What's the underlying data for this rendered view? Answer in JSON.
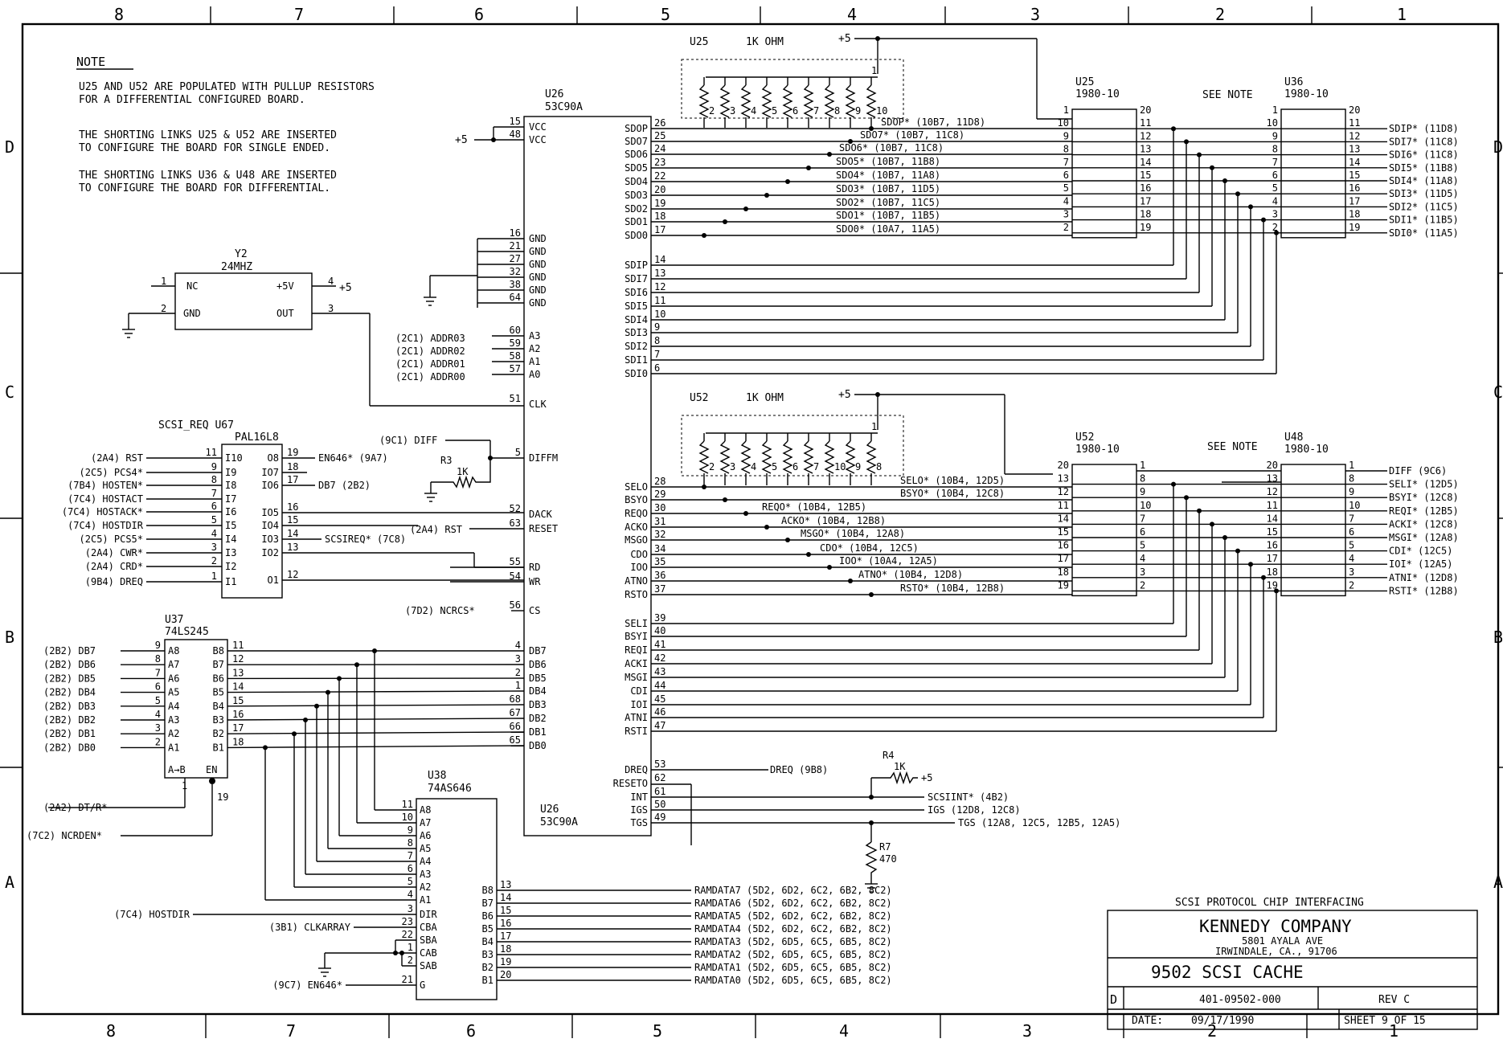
{
  "border": {
    "top_cols": [
      "8",
      "7",
      "6",
      "5",
      "4",
      "3",
      "2",
      "1"
    ],
    "bottom_cols": [
      "8",
      "7",
      "6",
      "5",
      "4",
      "3",
      "2",
      "1"
    ],
    "left_rows": [
      "D",
      "C",
      "B",
      "A"
    ],
    "right_rows": [
      "D",
      "C",
      "B",
      "A"
    ]
  },
  "note": {
    "heading": "NOTE",
    "lines": [
      "U25 AND U52 ARE POPULATED WITH PULLUP RESISTORS",
      "FOR A DIFFERENTIAL CONFIGURED BOARD.",
      "THE SHORTING LINKS U25 & U52 ARE INSERTED",
      "TO CONFIGURE THE BOARD FOR SINGLE ENDED.",
      "THE SHORTING LINKS U36 & U48 ARE INSERTED",
      "TO CONFIGURE THE BOARD FOR DIFFERENTIAL."
    ]
  },
  "u26": {
    "name": "U26",
    "part": "53C90A",
    "left_pins": [
      {
        "num": "15",
        "name": "VCC"
      },
      {
        "num": "48",
        "name": "VCC"
      },
      {
        "num": "16",
        "name": "GND"
      },
      {
        "num": "21",
        "name": "GND"
      },
      {
        "num": "27",
        "name": "GND"
      },
      {
        "num": "32",
        "name": "GND"
      },
      {
        "num": "38",
        "name": "GND"
      },
      {
        "num": "64",
        "name": "GND"
      },
      {
        "num": "60",
        "name": "A3"
      },
      {
        "num": "59",
        "name": "A2"
      },
      {
        "num": "58",
        "name": "A1"
      },
      {
        "num": "57",
        "name": "A0"
      },
      {
        "num": "51",
        "name": "CLK"
      },
      {
        "num": "5",
        "name": "DIFFM"
      },
      {
        "num": "52",
        "name": "DACK"
      },
      {
        "num": "63",
        "name": "RESET"
      },
      {
        "num": "55",
        "name": "RD"
      },
      {
        "num": "54",
        "name": "WR"
      },
      {
        "num": "56",
        "name": "CS"
      },
      {
        "num": "4",
        "name": "DB7"
      },
      {
        "num": "3",
        "name": "DB6"
      },
      {
        "num": "2",
        "name": "DB5"
      },
      {
        "num": "1",
        "name": "DB4"
      },
      {
        "num": "68",
        "name": "DB3"
      },
      {
        "num": "67",
        "name": "DB2"
      },
      {
        "num": "66",
        "name": "DB1"
      },
      {
        "num": "65",
        "name": "DB0"
      }
    ],
    "right_pins": [
      {
        "num": "26",
        "name": "SDOP"
      },
      {
        "num": "25",
        "name": "SDO7"
      },
      {
        "num": "24",
        "name": "SDO6"
      },
      {
        "num": "23",
        "name": "SDO5"
      },
      {
        "num": "22",
        "name": "SDO4"
      },
      {
        "num": "20",
        "name": "SDO3"
      },
      {
        "num": "19",
        "name": "SDO2"
      },
      {
        "num": "18",
        "name": "SDO1"
      },
      {
        "num": "17",
        "name": "SDO0"
      },
      {
        "num": "14",
        "name": "SDIP"
      },
      {
        "num": "13",
        "name": "SDI7"
      },
      {
        "num": "12",
        "name": "SDI6"
      },
      {
        "num": "11",
        "name": "SDI5"
      },
      {
        "num": "10",
        "name": "SDI4"
      },
      {
        "num": "9",
        "name": "SDI3"
      },
      {
        "num": "8",
        "name": "SDI2"
      },
      {
        "num": "7",
        "name": "SDI1"
      },
      {
        "num": "6",
        "name": "SDI0"
      },
      {
        "num": "28",
        "name": "SELO"
      },
      {
        "num": "29",
        "name": "BSYO"
      },
      {
        "num": "30",
        "name": "REQO"
      },
      {
        "num": "31",
        "name": "ACKO"
      },
      {
        "num": "32",
        "name": "MSGO"
      },
      {
        "num": "34",
        "name": "CDO"
      },
      {
        "num": "35",
        "name": "IOO"
      },
      {
        "num": "36",
        "name": "ATNO"
      },
      {
        "num": "37",
        "name": "RSTO"
      },
      {
        "num": "39",
        "name": "SELI"
      },
      {
        "num": "40",
        "name": "BSYI"
      },
      {
        "num": "41",
        "name": "REQI"
      },
      {
        "num": "42",
        "name": "ACKI"
      },
      {
        "num": "43",
        "name": "MSGI"
      },
      {
        "num": "44",
        "name": "CDI"
      },
      {
        "num": "45",
        "name": "IOI"
      },
      {
        "num": "46",
        "name": "ATNI"
      },
      {
        "num": "47",
        "name": "RSTI"
      },
      {
        "num": "53",
        "name": "DREQ"
      },
      {
        "num": "62",
        "name": "RESETO"
      },
      {
        "num": "61",
        "name": "INT"
      },
      {
        "num": "50",
        "name": "IGS"
      },
      {
        "num": "49",
        "name": "TGS"
      }
    ],
    "addr_refs": [
      "(2C1) ADDR03",
      "(2C1) ADDR02",
      "(2C1) ADDR01",
      "(2C1) ADDR00"
    ],
    "diff_ref": "(9C1) DIFF",
    "reset_ref": "(2A4) RST",
    "cs_ref": "(7D2) NCRCS*",
    "dreq_out": "DREQ (9B8)",
    "int_out": "SCSIINT* (4B2)",
    "igs_out": "IGS (12D8, 12C8)",
    "tgs_out": "TGS (12A8, 12C5, 12B5, 12A5)"
  },
  "y2": {
    "name": "Y2",
    "freq": "24MHZ",
    "pins": [
      {
        "num": "1",
        "name": "NC"
      },
      {
        "num": "2",
        "name": "GND"
      },
      {
        "num": "4",
        "name": "+5V"
      },
      {
        "num": "3",
        "name": "OUT"
      }
    ],
    "vcc": "+5"
  },
  "u67": {
    "title": "SCSI_REQ U67",
    "part": "PAL16L8",
    "inputs": [
      {
        "ref": "(2A4) RST",
        "num": "11",
        "name": "I10"
      },
      {
        "ref": "(2C5) PCS4*",
        "num": "9",
        "name": "I9"
      },
      {
        "ref": "(7B4) HOSTEN*",
        "num": "8",
        "name": "I8"
      },
      {
        "ref": "(7C4) HOSTACT",
        "num": "7",
        "name": "I7"
      },
      {
        "ref": "(7C4) HOSTACK*",
        "num": "6",
        "name": "I6"
      },
      {
        "ref": "(7C4) HOSTDIR",
        "num": "5",
        "name": "I5"
      },
      {
        "ref": "(2C5) PCS5*",
        "num": "4",
        "name": "I4"
      },
      {
        "ref": "(2A4) CWR*",
        "num": "3",
        "name": "I3"
      },
      {
        "ref": "(2A4) CRD*",
        "num": "2",
        "name": "I2"
      },
      {
        "ref": "(9B4) DREQ",
        "num": "1",
        "name": "I1"
      }
    ],
    "outputs": [
      {
        "name": "O8",
        "num": "19",
        "ref": "EN646* (9A7)"
      },
      {
        "name": "IO7",
        "num": "18",
        "ref": ""
      },
      {
        "name": "IO6",
        "num": "17",
        "ref": "DB7 (2B2)"
      },
      {
        "name": "IO5",
        "num": "16",
        "ref": ""
      },
      {
        "name": "IO4",
        "num": "15",
        "ref": ""
      },
      {
        "name": "IO3",
        "num": "14",
        "ref": "SCSIREQ* (7C8)"
      },
      {
        "name": "IO2",
        "num": "13",
        "ref": ""
      },
      {
        "name": "O1",
        "num": "12",
        "ref": ""
      }
    ]
  },
  "r3": {
    "name": "R3",
    "value": "1K"
  },
  "r4": {
    "name": "R4",
    "value": "1K",
    "vcc": "+5"
  },
  "r7": {
    "name": "R7",
    "value": "470"
  },
  "u37": {
    "name": "U37",
    "part": "74LS245",
    "a_pins": [
      {
        "ref": "(2B2) DB7",
        "num": "9",
        "name": "A8"
      },
      {
        "ref": "(2B2) DB6",
        "num": "8",
        "name": "A7"
      },
      {
        "ref": "(2B2) DB5",
        "num": "7",
        "name": "A6"
      },
      {
        "ref": "(2B2) DB4",
        "num": "6",
        "name": "A5"
      },
      {
        "ref": "(2B2) DB3",
        "num": "5",
        "name": "A4"
      },
      {
        "ref": "(2B2) DB2",
        "num": "4",
        "name": "A3"
      },
      {
        "ref": "(2B2) DB1",
        "num": "3",
        "name": "A2"
      },
      {
        "ref": "(2B2) DB0",
        "num": "2",
        "name": "A1"
      }
    ],
    "b_pins": [
      {
        "name": "B8",
        "num": "11"
      },
      {
        "name": "B7",
        "num": "12"
      },
      {
        "name": "B6",
        "num": "13"
      },
      {
        "name": "B5",
        "num": "14"
      },
      {
        "name": "B4",
        "num": "15"
      },
      {
        "name": "B3",
        "num": "16"
      },
      {
        "name": "B2",
        "num": "17"
      },
      {
        "name": "B1",
        "num": "18"
      }
    ],
    "dir_label": "A→B",
    "en_label": "EN",
    "dir_num": "1",
    "en_num": "19",
    "dt_ref": "(2A2) DT/R*",
    "ncrden_ref": "(7C2) NCRDEN*"
  },
  "u38": {
    "name": "U38",
    "part": "74AS646",
    "a_pins": [
      {
        "num": "11",
        "name": "A8"
      },
      {
        "num": "10",
        "name": "A7"
      },
      {
        "num": "9",
        "name": "A6"
      },
      {
        "num": "8",
        "name": "A5"
      },
      {
        "num": "7",
        "name": "A4"
      },
      {
        "num": "6",
        "name": "A3"
      },
      {
        "num": "5",
        "name": "A2"
      },
      {
        "num": "4",
        "name": "A1"
      }
    ],
    "ctrl_pins": [
      {
        "ref": "(7C4) HOSTDIR",
        "num": "3",
        "name": "DIR"
      },
      {
        "ref": "(3B1) CLKARRAY",
        "num": "23",
        "name": "CBA"
      },
      {
        "ref": "",
        "num": "22",
        "name": "SBA"
      },
      {
        "ref": "",
        "num": "1",
        "name": "CAB"
      },
      {
        "ref": "",
        "num": "2",
        "name": "SAB"
      },
      {
        "ref": "(9C7) EN646*",
        "num": "21",
        "name": "G"
      }
    ],
    "b_pins": [
      {
        "name": "B8",
        "num": "13",
        "ref": "RAMDATA7 (5D2, 6D2, 6C2, 6B2, 8C2)"
      },
      {
        "name": "B7",
        "num": "14",
        "ref": "RAMDATA6 (5D2, 6D2, 6C2, 6B2, 8C2)"
      },
      {
        "name": "B6",
        "num": "15",
        "ref": "RAMDATA5 (5D2, 6D2, 6C2, 6B2, 8C2)"
      },
      {
        "name": "B5",
        "num": "16",
        "ref": "RAMDATA4 (5D2, 6D2, 6C2, 6B2, 8C2)"
      },
      {
        "name": "B4",
        "num": "17",
        "ref": "RAMDATA3 (5D2, 6D5, 6C5, 6B5, 8C2)"
      },
      {
        "name": "B3",
        "num": "18",
        "ref": "RAMDATA2 (5D2, 6D5, 6C5, 6B5, 8C2)"
      },
      {
        "name": "B2",
        "num": "19",
        "ref": "RAMDATA1 (5D2, 6D5, 6C5, 6B5, 8C2)"
      },
      {
        "name": "B1",
        "num": "20",
        "ref": "RAMDATA0 (5D2, 6D5, 6C5, 6B5, 8C2)"
      }
    ]
  },
  "u25_pack": {
    "name": "U25",
    "value": "1K OHM",
    "vcc": "+5",
    "pins": [
      "2",
      "3",
      "4",
      "5",
      "6",
      "7",
      "8",
      "9",
      "10"
    ],
    "common": "1"
  },
  "u52_pack": {
    "name": "U52",
    "value": "1K OHM",
    "vcc": "+5",
    "pins": [
      "2",
      "3",
      "4",
      "5",
      "6",
      "7",
      "10",
      "9",
      "8"
    ],
    "common": "1"
  },
  "u25_link": {
    "name": "U25",
    "part": "1980-10",
    "left": [
      "1",
      "10",
      "9",
      "8",
      "7",
      "6",
      "5",
      "4",
      "3",
      "2"
    ],
    "right": [
      "20",
      "11",
      "12",
      "13",
      "14",
      "15",
      "16",
      "17",
      "18",
      "19"
    ]
  },
  "u36_link": {
    "name": "U36",
    "part": "1980-10",
    "left": [
      "1",
      "10",
      "9",
      "8",
      "7",
      "6",
      "5",
      "4",
      "3",
      "2"
    ],
    "right": [
      "20",
      "11",
      "12",
      "13",
      "14",
      "15",
      "16",
      "17",
      "18",
      "19"
    ]
  },
  "u52_link": {
    "name": "U52",
    "part": "1980-10",
    "left": [
      "20",
      "13",
      "12",
      "11",
      "14",
      "15",
      "16",
      "17",
      "18",
      "19"
    ],
    "right": [
      "1",
      "8",
      "9",
      "10",
      "7",
      "6",
      "5",
      "4",
      "3",
      "2"
    ]
  },
  "u48_link": {
    "name": "U48",
    "part": "1980-10",
    "left": [
      "20",
      "13",
      "12",
      "11",
      "14",
      "15",
      "16",
      "17",
      "18",
      "19"
    ],
    "right": [
      "1",
      "8",
      "9",
      "10",
      "7",
      "6",
      "5",
      "4",
      "3",
      "2"
    ]
  },
  "see_note": "SEE NOTE",
  "sdo_refs": [
    "SDOP* (10B7, 11D8)",
    "SDO7* (10B7, 11C8)",
    "SDO6* (10B7, 11C8)",
    "SDO5* (10B7, 11B8)",
    "SDO4* (10B7, 11A8)",
    "SDO3* (10B7, 11D5)",
    "SDO2* (10B7, 11C5)",
    "SDO1* (10B7, 11B5)",
    "SDO0* (10A7, 11A5)"
  ],
  "sdi_refs": [
    "SDIP* (11D8)",
    "SDI7* (11C8)",
    "SDI6* (11C8)",
    "SDI5* (11B8)",
    "SDI4* (11A8)",
    "SDI3* (11D5)",
    "SDI2* (11C5)",
    "SDI1* (11B5)",
    "SDI0* (11A5)"
  ],
  "ctl_out_refs": [
    "SELO* (10B4, 12D5)",
    "BSYO* (10B4, 12C8)",
    "REQO* (10B4, 12B5)",
    "ACKO* (10B4, 12B8)",
    "MSGO* (10B4, 12A8)",
    "CDO* (10B4, 12C5)",
    "IOO* (10A4, 12A5)",
    "ATNO* (10B4, 12D8)",
    "RSTO* (10B4, 12B8)"
  ],
  "ctl_in_refs": [
    "DIFF (9C6)",
    "SELI* (12D5)",
    "BSYI* (12C8)",
    "REQI* (12B5)",
    "ACKI* (12C8)",
    "MSGI* (12A8)",
    "CDI* (12C5)",
    "IOI* (12A5)",
    "ATNI* (12D8)",
    "RSTI* (12B8)"
  ],
  "title_block": {
    "caption": "SCSI PROTOCOL CHIP INTERFACING",
    "company": "KENNEDY COMPANY",
    "address1": "5801 AYALA AVE",
    "address2": "IRWINDALE, CA., 91706",
    "title": "9502 SCSI CACHE",
    "size": "D",
    "dwg_no": "401-09502-000",
    "rev": "REV C",
    "date_label": "DATE:",
    "date": "09/17/1990",
    "sheet": "SHEET 9 OF 15"
  }
}
